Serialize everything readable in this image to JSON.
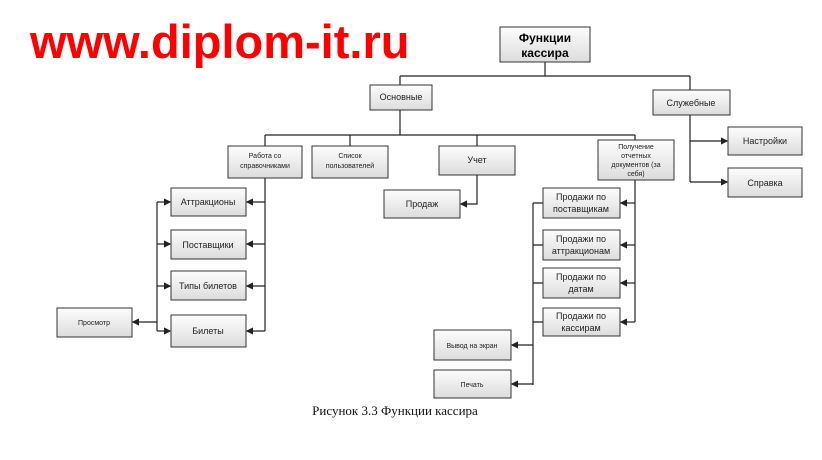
{
  "root": [
    "Функции",
    "кассира"
  ],
  "main": "Основные",
  "service": "Служебные",
  "settings": "Настройки",
  "help": "Справка",
  "refs": [
    "Работа со",
    "справочниками"
  ],
  "users": [
    "Список",
    "пользователей"
  ],
  "account": "Учет",
  "sales": "Продаж",
  "reports": [
    "Получение",
    "отчетных",
    "документов (за",
    "себя)"
  ],
  "ref_items": [
    "Аттракционы",
    "Поставщики",
    "Типы билетов",
    "Билеты"
  ],
  "view": "Просмотр",
  "report_items": [
    [
      "Продажи по",
      "поставщикам"
    ],
    [
      "Продажи по",
      "аттракционам"
    ],
    [
      "Продажи по",
      "датам"
    ],
    [
      "Продажи по",
      "кассирам"
    ]
  ],
  "output": [
    "Вывод на экран",
    "Печать"
  ],
  "caption": "Рисунок 3.3 Функции кассира",
  "watermark": "www.diplom-it.ru"
}
